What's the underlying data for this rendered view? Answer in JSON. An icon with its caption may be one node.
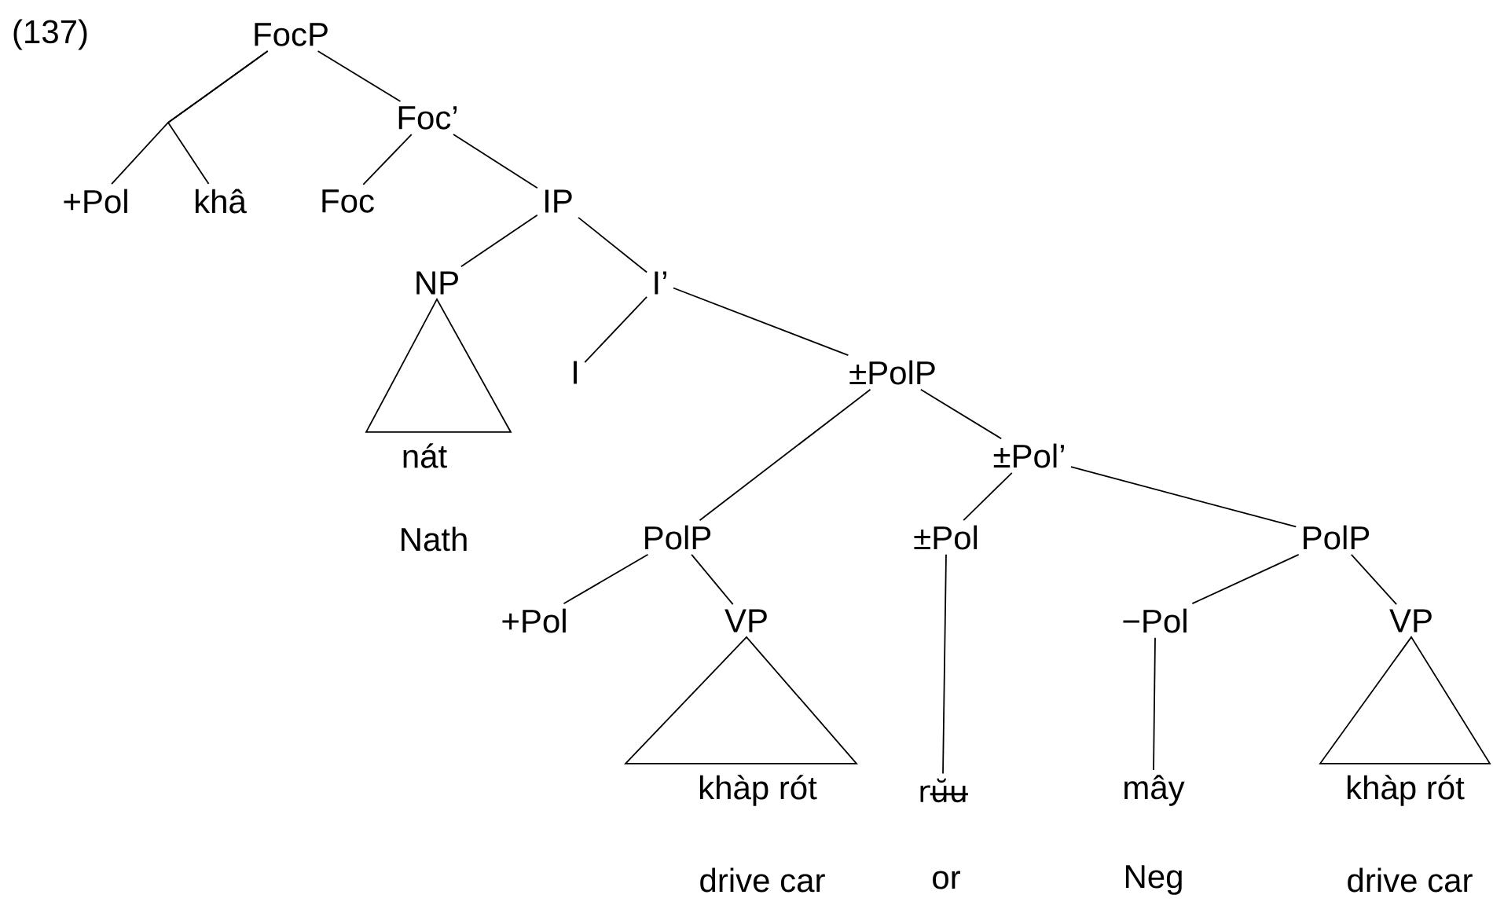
{
  "diagram": {
    "nodes": [
      {
        "text": [
          "FocP"
        ]
      },
      {
        "text": [
          "+Pol"
        ]
      },
      {
        "text": [
          "khâ"
        ]
      },
      {
        "text": [
          "Foc’"
        ]
      },
      {
        "text": [
          "Foc"
        ]
      },
      {
        "text": [
          "IP"
        ]
      },
      {
        "text": [
          "NP"
        ]
      },
      {
        "text": [
          "I’"
        ]
      },
      {
        "text": [
          "nát"
        ]
      },
      {
        "text": [
          "I"
        ]
      },
      {
        "text": [
          "±PolP"
        ]
      },
      {
        "text": [
          "±Pol’"
        ]
      },
      {
        "text": [
          "PolP"
        ]
      },
      {
        "text": [
          "±Pol"
        ]
      },
      {
        "text": [
          "PolP"
        ]
      },
      {
        "text": [
          "+Pol"
        ]
      },
      {
        "text": [
          "VP"
        ]
      },
      {
        "text": [
          "−Pol"
        ]
      },
      {
        "text": [
          "VP"
        ]
      },
      {
        "text": [
          "khàp rót"
        ]
      },
      {
        "text": [
          "rʉ̆ʉ"
        ]
      },
      {
        "text": [
          "mây"
        ]
      },
      {
        "text": [
          "khàp rót"
        ]
      }
    ],
    "edges": [
      {
        "from": 0,
        "to": 1,
        "arrow": "none"
      },
      {
        "from": 0,
        "to": 2,
        "arrow": "none"
      },
      {
        "from": 0,
        "to": 3,
        "arrow": "none"
      },
      {
        "from": 3,
        "to": 4,
        "arrow": "none"
      },
      {
        "from": 3,
        "to": 5,
        "arrow": "none"
      },
      {
        "from": 5,
        "to": 6,
        "arrow": "none"
      },
      {
        "from": 5,
        "to": 7,
        "arrow": "none"
      },
      {
        "from": 6,
        "to": 8,
        "arrow": "none"
      },
      {
        "from": 7,
        "to": 9,
        "arrow": "none"
      },
      {
        "from": 7,
        "to": 10,
        "arrow": "none"
      },
      {
        "from": 10,
        "to": 12,
        "arrow": "none"
      },
      {
        "from": 10,
        "to": 11,
        "arrow": "none"
      },
      {
        "from": 11,
        "to": 13,
        "arrow": "none"
      },
      {
        "from": 11,
        "to": 14,
        "arrow": "none"
      },
      {
        "from": 12,
        "to": 15,
        "arrow": "none"
      },
      {
        "from": 12,
        "to": 16,
        "arrow": "none"
      },
      {
        "from": 16,
        "to": 19,
        "arrow": "none"
      },
      {
        "from": 13,
        "to": 20,
        "arrow": "none"
      },
      {
        "from": 14,
        "to": 17,
        "arrow": "none"
      },
      {
        "from": 14,
        "to": 18,
        "arrow": "none"
      },
      {
        "from": 17,
        "to": 21,
        "arrow": "none"
      },
      {
        "from": 18,
        "to": 22,
        "arrow": "none"
      }
    ],
    "labels": [
      "(137)",
      "Nath",
      "drive car",
      "or",
      "Neg",
      "drive car"
    ]
  }
}
